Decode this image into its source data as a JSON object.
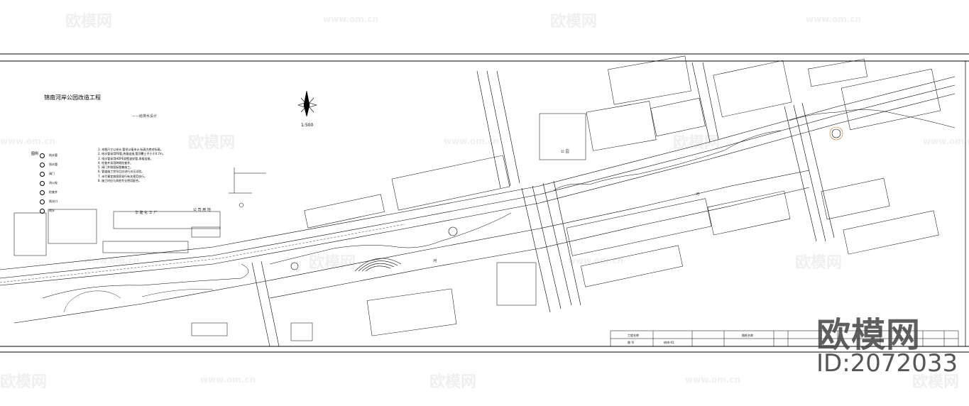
{
  "drawing": {
    "title": "锦南河岸公园改造工程",
    "subtitle": "——给排水设计",
    "north_scale": "1:500",
    "legend_heading": "图例",
    "legend_items": [
      "给水管",
      "排水管",
      "阀门",
      "消火栓",
      "检查井",
      "雨水口",
      "喷头"
    ],
    "notes": [
      "1. 本图尺寸以米计,管径以毫米计,标高为绝对标高。",
      "2. 给水管采用PE管,热熔连接,管顶覆土不小于0.7m。",
      "3. 排水管采用HDPE双壁波纹管,承插连接。",
      "4. 检查井采用砖砌检查井。",
      "5. 阀门井按国标图集施工。",
      "6. 管道施工完毕后应进行水压试验。",
      "7. 未尽事宜按国家现行有关规范执行。",
      "8. 施工时应与其他专业密切配合。"
    ],
    "map_labels": {
      "factory": "华 建 化 工 厂",
      "company": "公 司 用 地",
      "river1": "河",
      "river2": "河",
      "park": "公 园"
    }
  },
  "title_block": {
    "row1": [
      "工程名称",
      "",
      "图纸名称",
      ""
    ],
    "row2": [
      "图  号",
      "给排-01",
      "",
      ""
    ]
  },
  "watermarks": {
    "logo_text": "欧模网",
    "url_text": "www.om.cn"
  },
  "brand": {
    "logo": "欧模网",
    "id": "ID:2072033"
  }
}
